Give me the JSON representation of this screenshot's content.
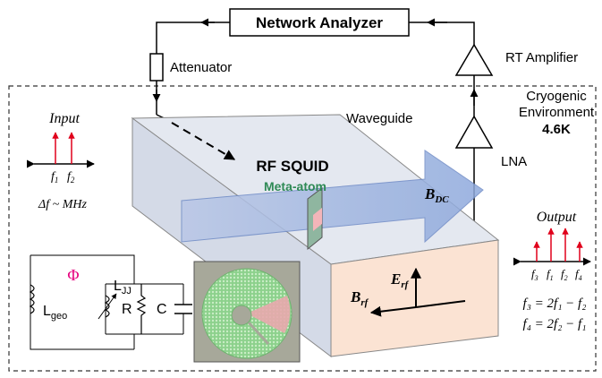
{
  "instrument": {
    "network_analyzer": "Network Analyzer"
  },
  "components": {
    "attenuator": "Attenuator",
    "rt_amplifier": "RT Amplifier",
    "lna": "LNA",
    "waveguide": "Waveguide"
  },
  "environment": {
    "line1": "Cryogenic",
    "line2": "Environment",
    "temperature": "4.6K"
  },
  "sample": {
    "title": "RF SQUID",
    "subtitle": "Meta-atom"
  },
  "fields": {
    "b_dc": "B",
    "b_dc_sub": "DC",
    "e_rf": "E",
    "e_rf_sub": "rf",
    "b_rf": "B",
    "b_rf_sub": "rf"
  },
  "input": {
    "label": "Input",
    "f1": "f",
    "f1_sub": "1",
    "f2": "f",
    "f2_sub": "2",
    "delta": "Δf ~ MHz"
  },
  "output": {
    "label": "Output",
    "f3": "f",
    "f3_sub": "3",
    "f1": "f",
    "f1_sub": "1",
    "f2": "f",
    "f2_sub": "2",
    "f4": "f",
    "f4_sub": "4",
    "eq1": "f₃ = 2f₁ − f₂",
    "eq2": "f₄ = 2f₂ − f₁"
  },
  "circuit": {
    "phi": "Φ",
    "l_geo": "L",
    "l_geo_sub": "geo",
    "l_jj": "L",
    "l_jj_sub": "JJ",
    "r": "R",
    "c": "C"
  },
  "colors": {
    "signal": "#e0001b",
    "phi": "#e6007e",
    "arrow_blue": "#7f9fd3",
    "waveguide_face": "#fbe3d3",
    "waveguide_top": "#d6dbe8"
  }
}
